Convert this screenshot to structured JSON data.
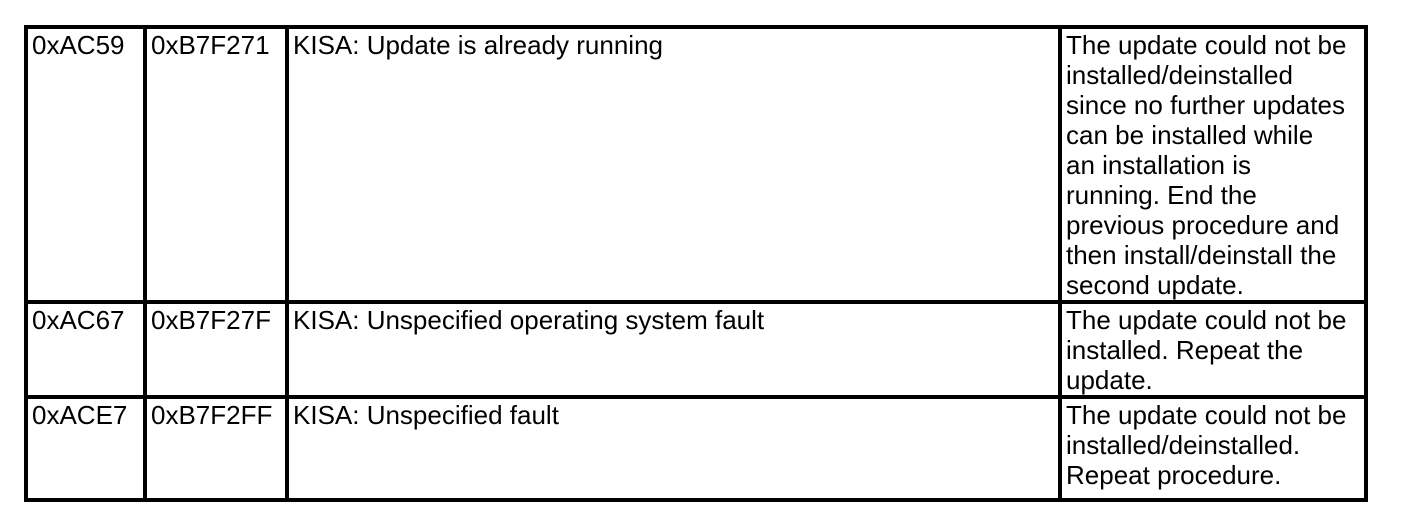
{
  "table": {
    "rows": [
      {
        "error_code": "0xAC59",
        "system_error_code": "0xB7F271",
        "description": "KISA: Update is already running",
        "remedy_lines": [
          "The update could not be",
          "installed/deinstalled",
          "since no further updates",
          "can be installed while",
          "an installation is",
          "running. End the",
          "previous procedure and",
          "then install/deinstall the",
          "second update."
        ]
      },
      {
        "error_code": "0xAC67",
        "system_error_code": "0xB7F27F",
        "description": "KISA: Unspecified operating system fault",
        "remedy_lines": [
          "The update could not be",
          "installed. Repeat the",
          "update."
        ]
      },
      {
        "error_code": "0xACE7",
        "system_error_code": "0xB7F2FF",
        "description": "KISA: Unspecified fault",
        "remedy_lines": [
          "The update could not be",
          "installed/deinstalled.",
          "Repeat procedure."
        ]
      }
    ],
    "colors": {
      "border": "#000000",
      "text": "#000000",
      "background": "#ffffff"
    }
  }
}
